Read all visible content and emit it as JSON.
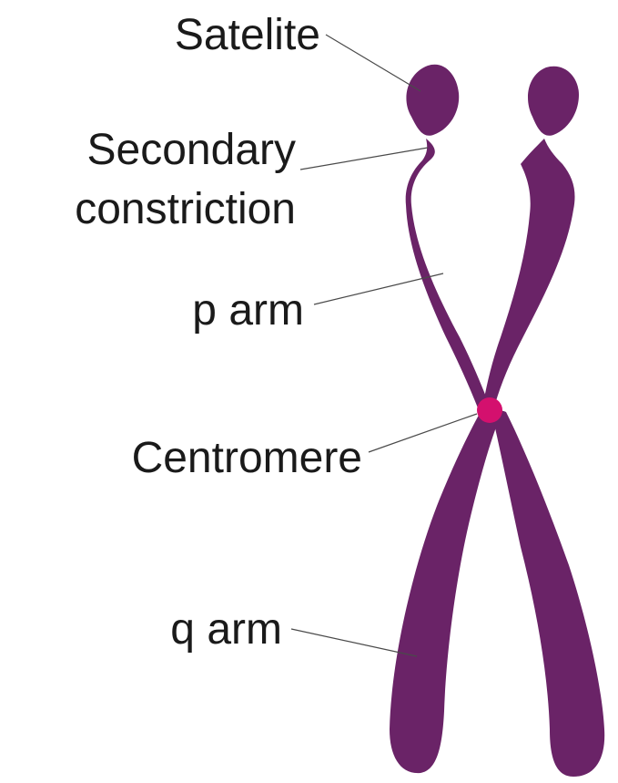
{
  "labels": {
    "satelite": "Satelite",
    "secondary_constriction_line1": "Secondary",
    "secondary_constriction_line2": "constriction",
    "p_arm": "p arm",
    "centromere": "Centromere",
    "q_arm": "q arm"
  },
  "colors": {
    "chromosome": "#6a2367",
    "centromere": "#d4106e",
    "leader_line": "#4a4a4a",
    "text": "#1a1a1a",
    "background": "#ffffff"
  }
}
